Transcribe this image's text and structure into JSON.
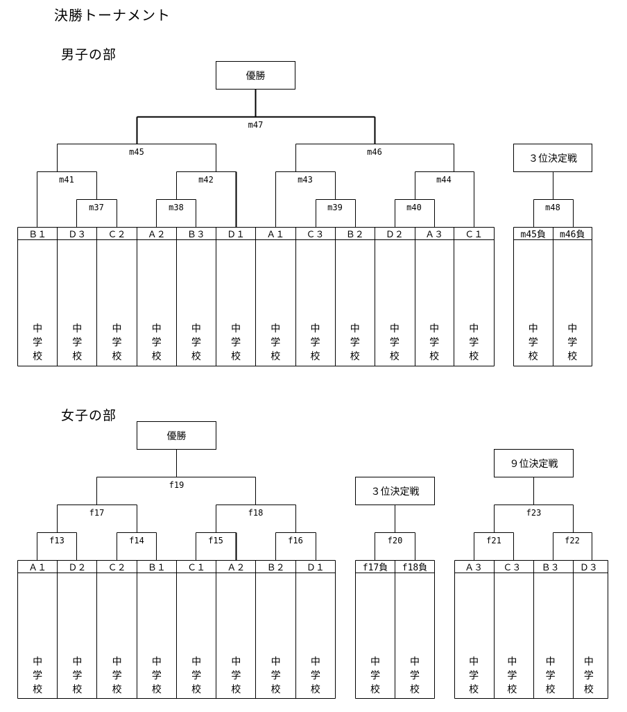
{
  "page_title": "決勝トーナメント",
  "boys": {
    "title": "男子の部",
    "champion": "優勝",
    "matches": {
      "m47": "m47",
      "m45": "m45",
      "m46": "m46",
      "m41": "m41",
      "m42": "m42",
      "m43": "m43",
      "m44": "m44",
      "m37": "m37",
      "m38": "m38",
      "m39": "m39",
      "m40": "m40",
      "m48": "m48"
    },
    "slots": [
      "Ｂ１",
      "Ｄ３",
      "Ｃ２",
      "Ａ２",
      "Ｂ３",
      "Ｄ１",
      "Ａ１",
      "Ｃ３",
      "Ｂ２",
      "Ｄ２",
      "Ａ３",
      "Ｃ１"
    ],
    "third_place": {
      "title": "３位決定戦",
      "slots": [
        "m45負",
        "m46負"
      ]
    }
  },
  "girls": {
    "title": "女子の部",
    "champion": "優勝",
    "matches": {
      "f19": "f19",
      "f17": "f17",
      "f18": "f18",
      "f13": "f13",
      "f14": "f14",
      "f15": "f15",
      "f16": "f16",
      "f20": "f20",
      "f23": "f23",
      "f21": "f21",
      "f22": "f22"
    },
    "slots": [
      "Ａ１",
      "Ｄ２",
      "Ｃ２",
      "Ｂ１",
      "Ｃ１",
      "Ａ２",
      "Ｂ２",
      "Ｄ１"
    ],
    "third_place": {
      "title": "３位決定戦",
      "slots": [
        "f17負",
        "f18負"
      ]
    },
    "ninth_place": {
      "title": "９位決定戦",
      "slots": [
        "Ａ３",
        "Ｃ３",
        "Ｂ３",
        "Ｄ３"
      ]
    }
  },
  "school_text": [
    "中",
    "学",
    "校"
  ]
}
